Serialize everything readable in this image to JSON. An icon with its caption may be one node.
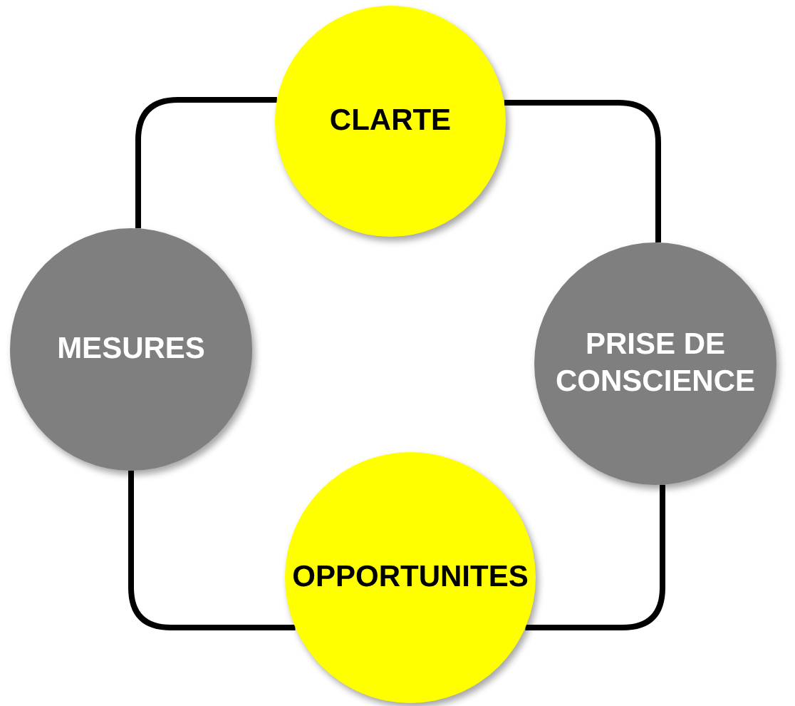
{
  "diagram": {
    "nodes": [
      {
        "text": [
          "CLARTE"
        ]
      },
      {
        "text": [
          "MESURES"
        ]
      },
      {
        "text": [
          "PRISE DE CONSCIENCE"
        ]
      },
      {
        "text": [
          "OPPORTUNITES"
        ]
      }
    ],
    "edges": [
      {
        "from": 0,
        "to": 2,
        "arrow": "none"
      },
      {
        "from": 2,
        "to": 3,
        "arrow": "none"
      },
      {
        "from": 3,
        "to": 1,
        "arrow": "none"
      },
      {
        "from": 1,
        "to": 0,
        "arrow": "none"
      }
    ]
  }
}
